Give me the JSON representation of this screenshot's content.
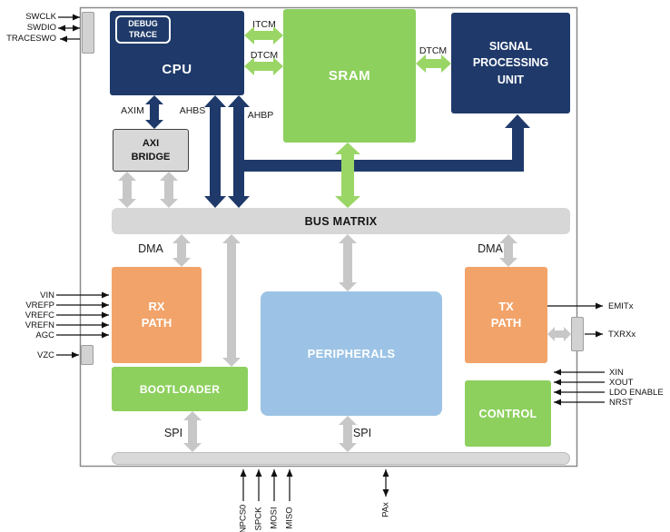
{
  "colors": {
    "navy": "#1f3a6a",
    "green": "#8dd05e",
    "green_arrow": "#9ad666",
    "orange": "#f2a369",
    "blue": "#9cc3e5",
    "gray_block": "#d7d7d7",
    "gray_arrow": "#c7c7c7"
  },
  "blocks": {
    "cpu": "CPU",
    "debug_trace": "DEBUG TRACE",
    "sram": "SRAM",
    "signal_processing_unit": "SIGNAL PROCESSING UNIT",
    "axi_bridge": "AXI BRIDGE",
    "bus_matrix": "BUS MATRIX",
    "rx_path": "RX PATH",
    "peripherals": "PERIPHERALS",
    "tx_path": "TX PATH",
    "bootloader": "BOOTLOADER",
    "control": "CONTROL"
  },
  "bus_labels": {
    "itcm": "ITCM",
    "dtcm_cpu": "DTCM",
    "dtcm_spu": "DTCM",
    "axim": "AXIM",
    "ahbs": "AHBS",
    "ahbp": "AHBP",
    "dma_left": "DMA",
    "dma_right": "DMA",
    "spi_left": "SPI",
    "spi_center": "SPI"
  },
  "signals": {
    "swclk": "SWCLK",
    "swdio": "SWDIO",
    "traceswo": "TRACESWO",
    "vin": "VIN",
    "vrefp": "VREFP",
    "vrefc": "VREFC",
    "vrefn": "VREFN",
    "agc": "AGC",
    "vzc": "VZC",
    "emitx": "EMITx",
    "txrxx": "TXRXx",
    "xin": "XIN",
    "xout": "XOUT",
    "ldo_enable": "LDO ENABLE",
    "nrst": "NRST",
    "npcs0": "NPCS0",
    "spck": "SPCK",
    "mosi": "MOSI",
    "miso": "MISO",
    "pax": "PAx"
  }
}
